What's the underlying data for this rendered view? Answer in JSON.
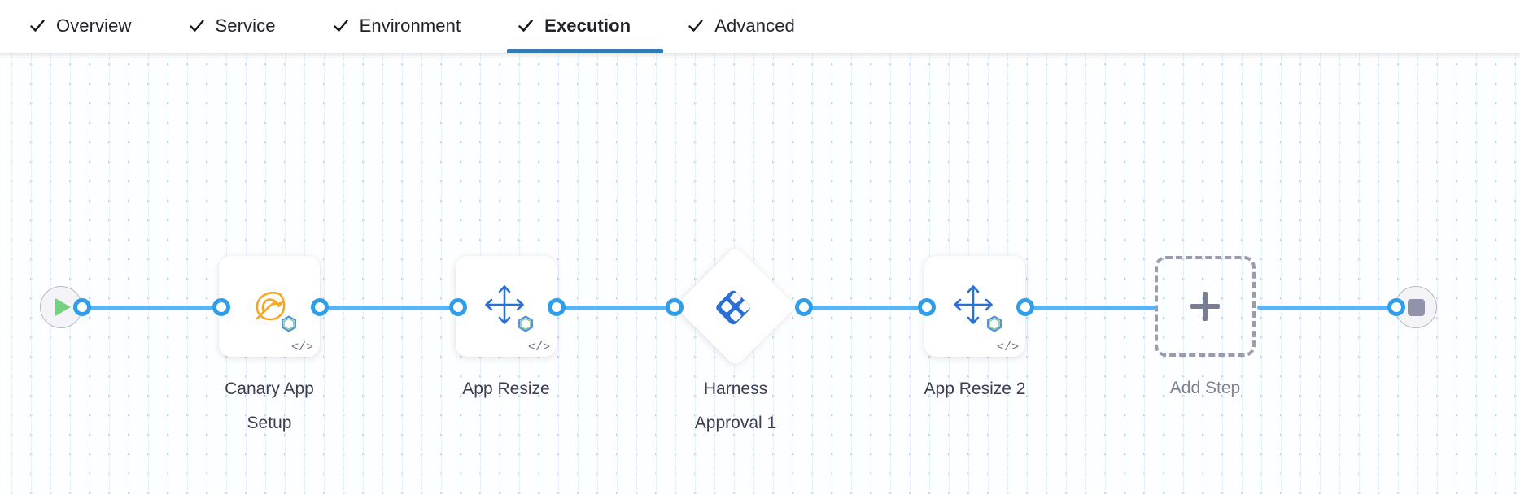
{
  "tabs": [
    {
      "label": "Overview",
      "icon": "check-icon",
      "active": false,
      "completed": true
    },
    {
      "label": "Service",
      "icon": "check-icon",
      "active": false,
      "completed": true
    },
    {
      "label": "Environment",
      "icon": "check-icon",
      "active": false,
      "completed": true
    },
    {
      "label": "Execution",
      "icon": "check-icon",
      "active": true,
      "completed": true
    },
    {
      "label": "Advanced",
      "icon": "check-icon",
      "active": false,
      "completed": true
    }
  ],
  "canvas": {
    "start_node": {
      "name": "pipeline-start",
      "icon": "play-icon"
    },
    "end_node": {
      "name": "pipeline-end",
      "icon": "stop-icon"
    },
    "steps": [
      {
        "label": "Canary App\nSetup",
        "icon": "canary-bird-icon",
        "type": "step",
        "badge": "</>"
      },
      {
        "label": "App Resize",
        "icon": "resize-arrows-icon",
        "type": "step",
        "badge": "</>"
      },
      {
        "label": "Harness\nApproval 1",
        "icon": "harness-logo-icon",
        "type": "approval",
        "badge": ""
      },
      {
        "label": "App Resize 2",
        "icon": "resize-arrows-icon",
        "type": "step",
        "badge": "</>"
      },
      {
        "label": "Add Step",
        "icon": "plus-icon",
        "type": "add",
        "badge": ""
      }
    ]
  },
  "colors": {
    "accent_blue": "#337ab7",
    "edge_blue": "#5cb3ef",
    "port_blue": "#2f9de8",
    "harness_blue": "#2b6fd4",
    "canary_orange": "#f5a623",
    "play_green": "#77d07f",
    "stop_gray": "#9193a8",
    "label_text": "#3b3e50",
    "muted_text": "#7d8194"
  }
}
